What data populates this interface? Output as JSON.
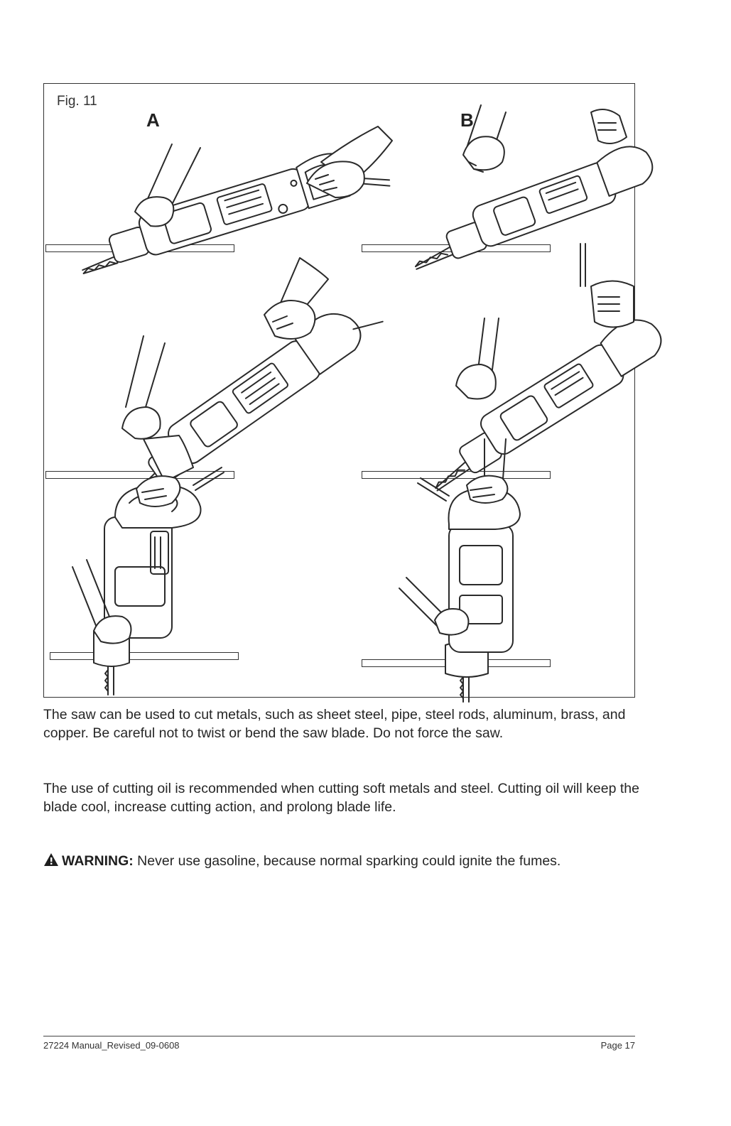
{
  "figure": {
    "label": "Fig. 11",
    "panels": [
      "A",
      "B"
    ]
  },
  "paragraphs": [
    "The saw can be used to cut metals, such as sheet steel, pipe, steel rods, aluminum, brass, and copper. Be careful not to twist or bend the saw blade. Do not force the saw.",
    "The use of cutting oil is recommended when cutting soft metals and steel. Cutting oil will keep the blade cool, increase cutting action, and prolong blade life."
  ],
  "warning": {
    "label": "WARNING:",
    "text": " Never use gasoline, because normal sparking could ignite the fumes.",
    "icon": "warning-triangle-icon"
  },
  "footer": {
    "doc_id": "27224 Manual_Revised_09-0608",
    "page": "Page 17"
  }
}
